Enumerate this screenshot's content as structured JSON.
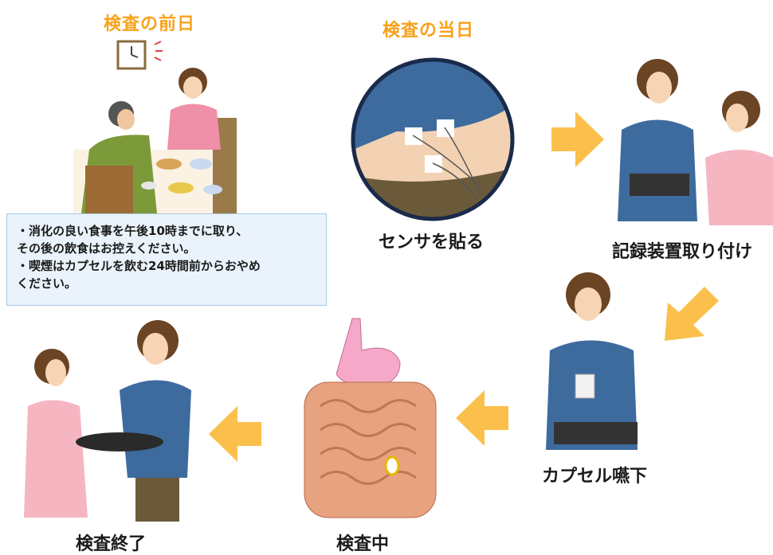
{
  "headings": {
    "day_before": "検査の前日",
    "day_of": "検査の当日"
  },
  "steps": {
    "attach_sensor": "センサを貼る",
    "attach_recorder": "記録装置取り付け",
    "swallow_capsule": "カプセル嚥下",
    "during_exam": "検査中",
    "exam_end": "検査終了"
  },
  "note": {
    "lines": [
      "・消化の良い食事を午後10時までに取り、",
      "その後の飲食はお控えください。",
      "・喫煙はカプセルを飲む24時間前からおやめ",
      "ください。"
    ]
  },
  "colors": {
    "heading": "#f7a21b",
    "arrow": "#fbc04b",
    "note_bg": "#eaf3fb",
    "note_border": "#a9c9e4"
  },
  "icons": [
    "clock-icon",
    "arrow-right-icon",
    "arrow-down-left-icon",
    "arrow-left-icon"
  ]
}
